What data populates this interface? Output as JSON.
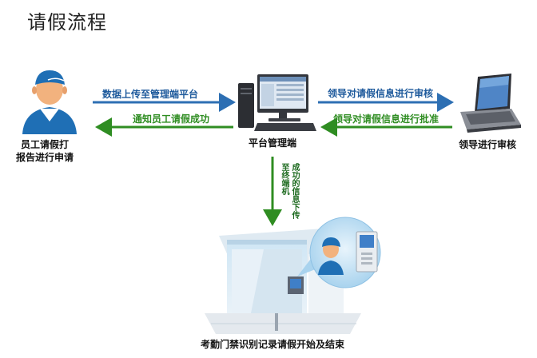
{
  "title": "请假流程",
  "nodes": {
    "employee": [
      "员工请假打",
      "报告进行申请"
    ],
    "platform": "平台管理端",
    "leader": "领导进行审核",
    "terminal": "考勤门禁识别记录请假开始及结束"
  },
  "edges": {
    "upload": "数据上传至管理端平台",
    "notify": "通知员工请假成功",
    "review": "领导对请假信息进行审核",
    "approve": "领导对请假信息进行批准",
    "dispatch_a": "至终端机",
    "dispatch_b": "成功的信息下传"
  },
  "colors": {
    "blue_arrow": "#2d6fb3",
    "green_arrow": "#2f8d22",
    "uniform": "#1f6fb5",
    "screen_blue": "#3f7fc8"
  },
  "icons": [
    "employee-icon",
    "desktop-computer-icon",
    "laptop-icon",
    "access-gate-icon"
  ]
}
